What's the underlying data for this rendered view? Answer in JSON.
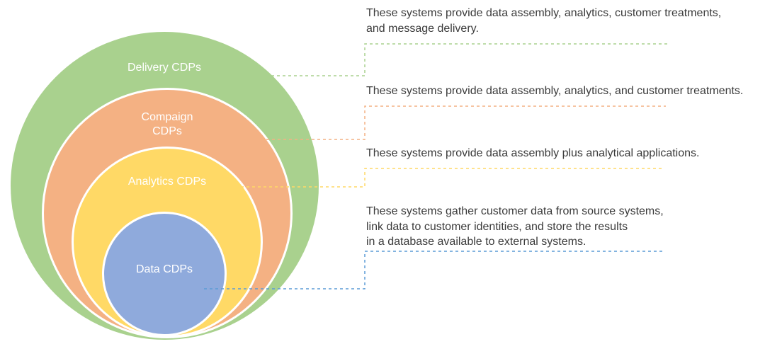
{
  "diagram": {
    "label_color": "#ffffff",
    "text_color": "#3b3b3b",
    "rings": [
      {
        "id": "delivery",
        "label": "Delivery CDPs",
        "color": "#a9d18e",
        "line_color": "#a9d18e",
        "description": "These systems provide data assembly, analytics, customer treatments,\nand message delivery."
      },
      {
        "id": "campaign",
        "label": "Compaign\nCDPs",
        "color": "#f4b183",
        "line_color": "#f4b183",
        "description": "These systems provide data assembly, analytics, and customer treatments."
      },
      {
        "id": "analytics",
        "label": "Analytics CDPs",
        "color": "#ffd966",
        "line_color": "#ffd966",
        "description": "These systems provide data assembly plus analytical applications."
      },
      {
        "id": "data",
        "label": "Data CDPs",
        "color": "#8faadc",
        "line_color": "#5b9bd5",
        "description": "These systems gather customer data from source systems,\nlink data to customer identities, and store the results\nin a database available to external systems."
      }
    ]
  }
}
